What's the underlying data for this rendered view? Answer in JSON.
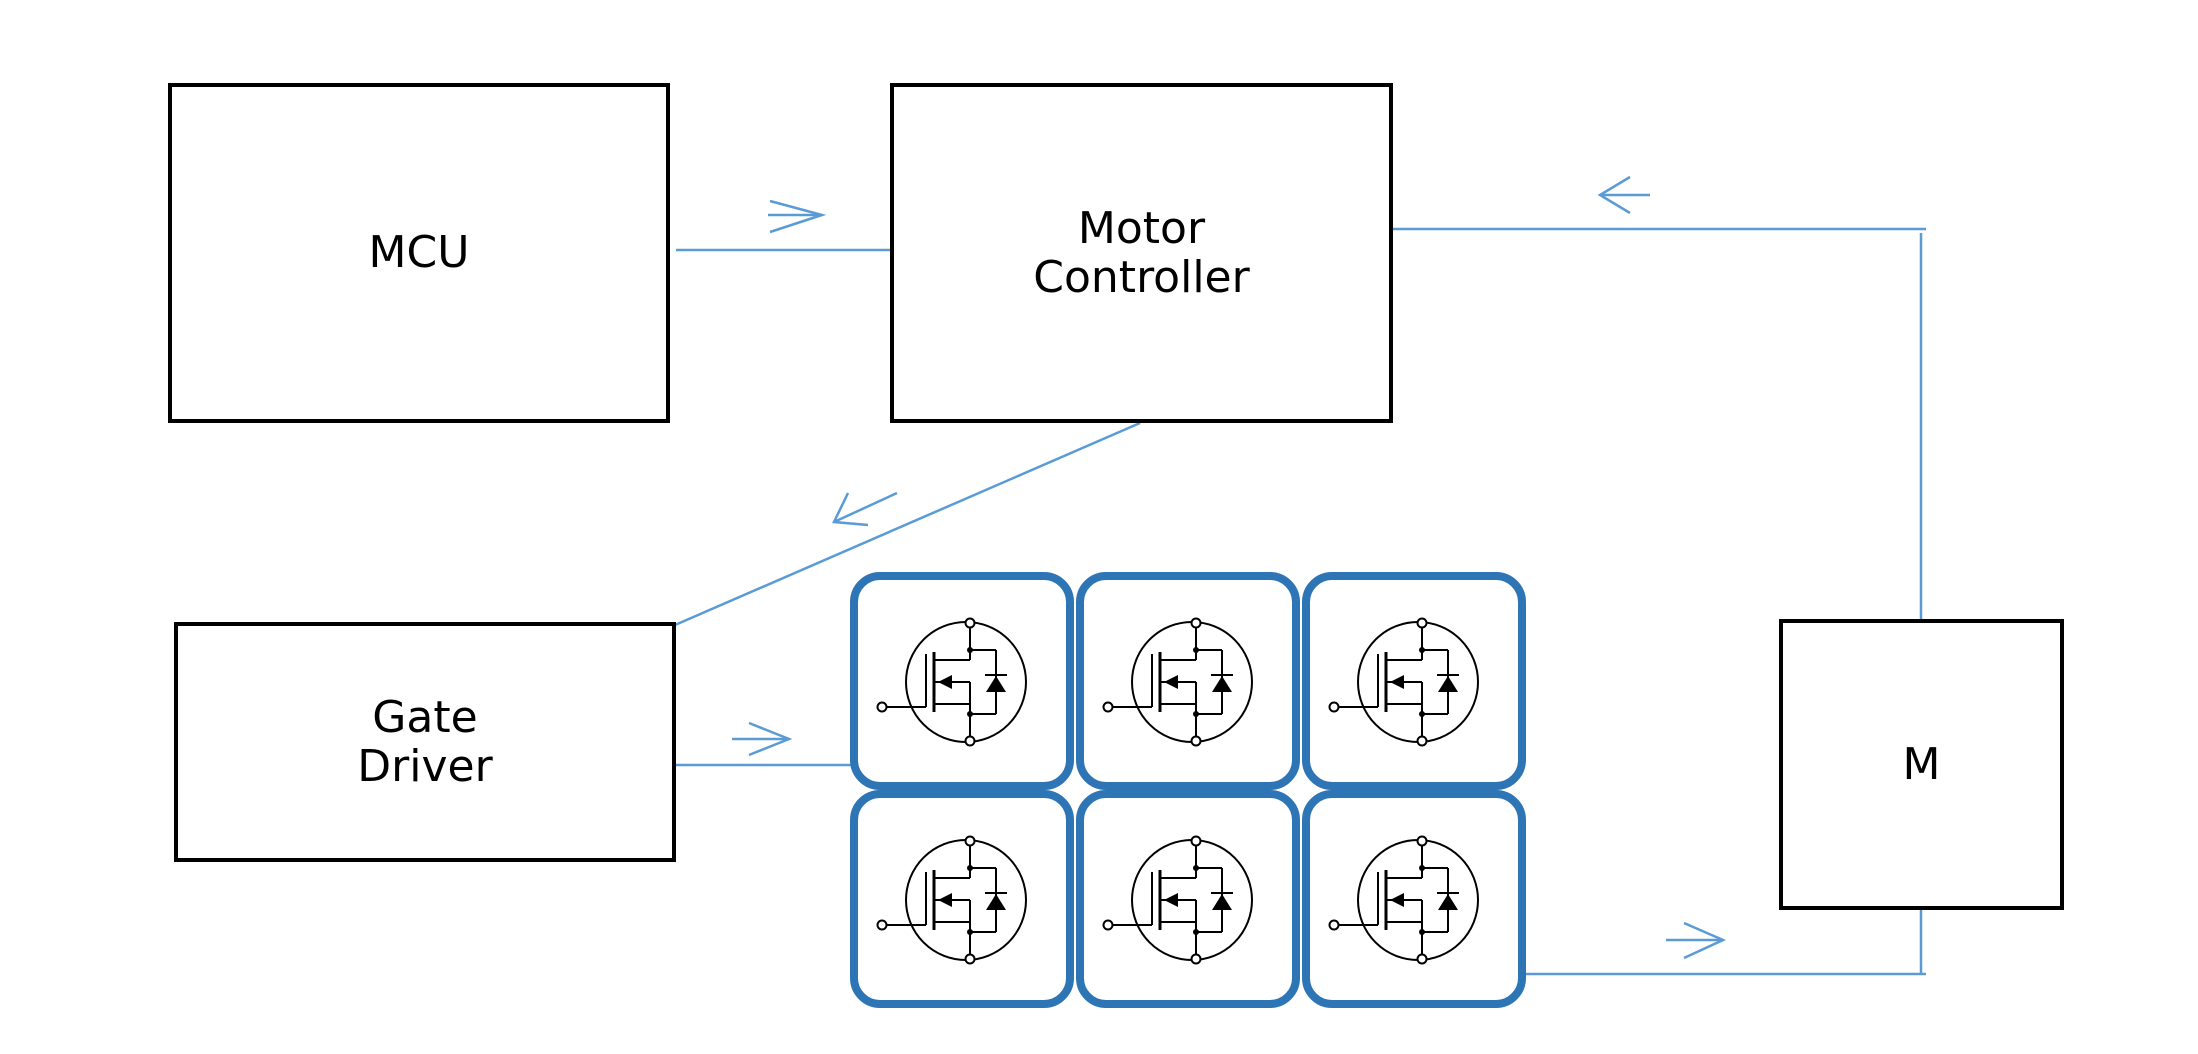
{
  "blocks": {
    "mcu": {
      "label": "MCU"
    },
    "motor_controller": {
      "label": "Motor\nController"
    },
    "gate_driver": {
      "label": "Gate\nDriver"
    },
    "motor": {
      "label": "M"
    }
  },
  "mosfet_bridge": {
    "switch_count": 6,
    "rows": 2,
    "columns": 3
  },
  "colors": {
    "connector": "#5b9bd5",
    "switch_border": "#2e75b6",
    "block_border": "#000000",
    "text": "#000000"
  },
  "icons": [
    "arrow-right-icon",
    "arrow-left-icon",
    "arrow-down-left-icon",
    "mosfet-icon"
  ]
}
